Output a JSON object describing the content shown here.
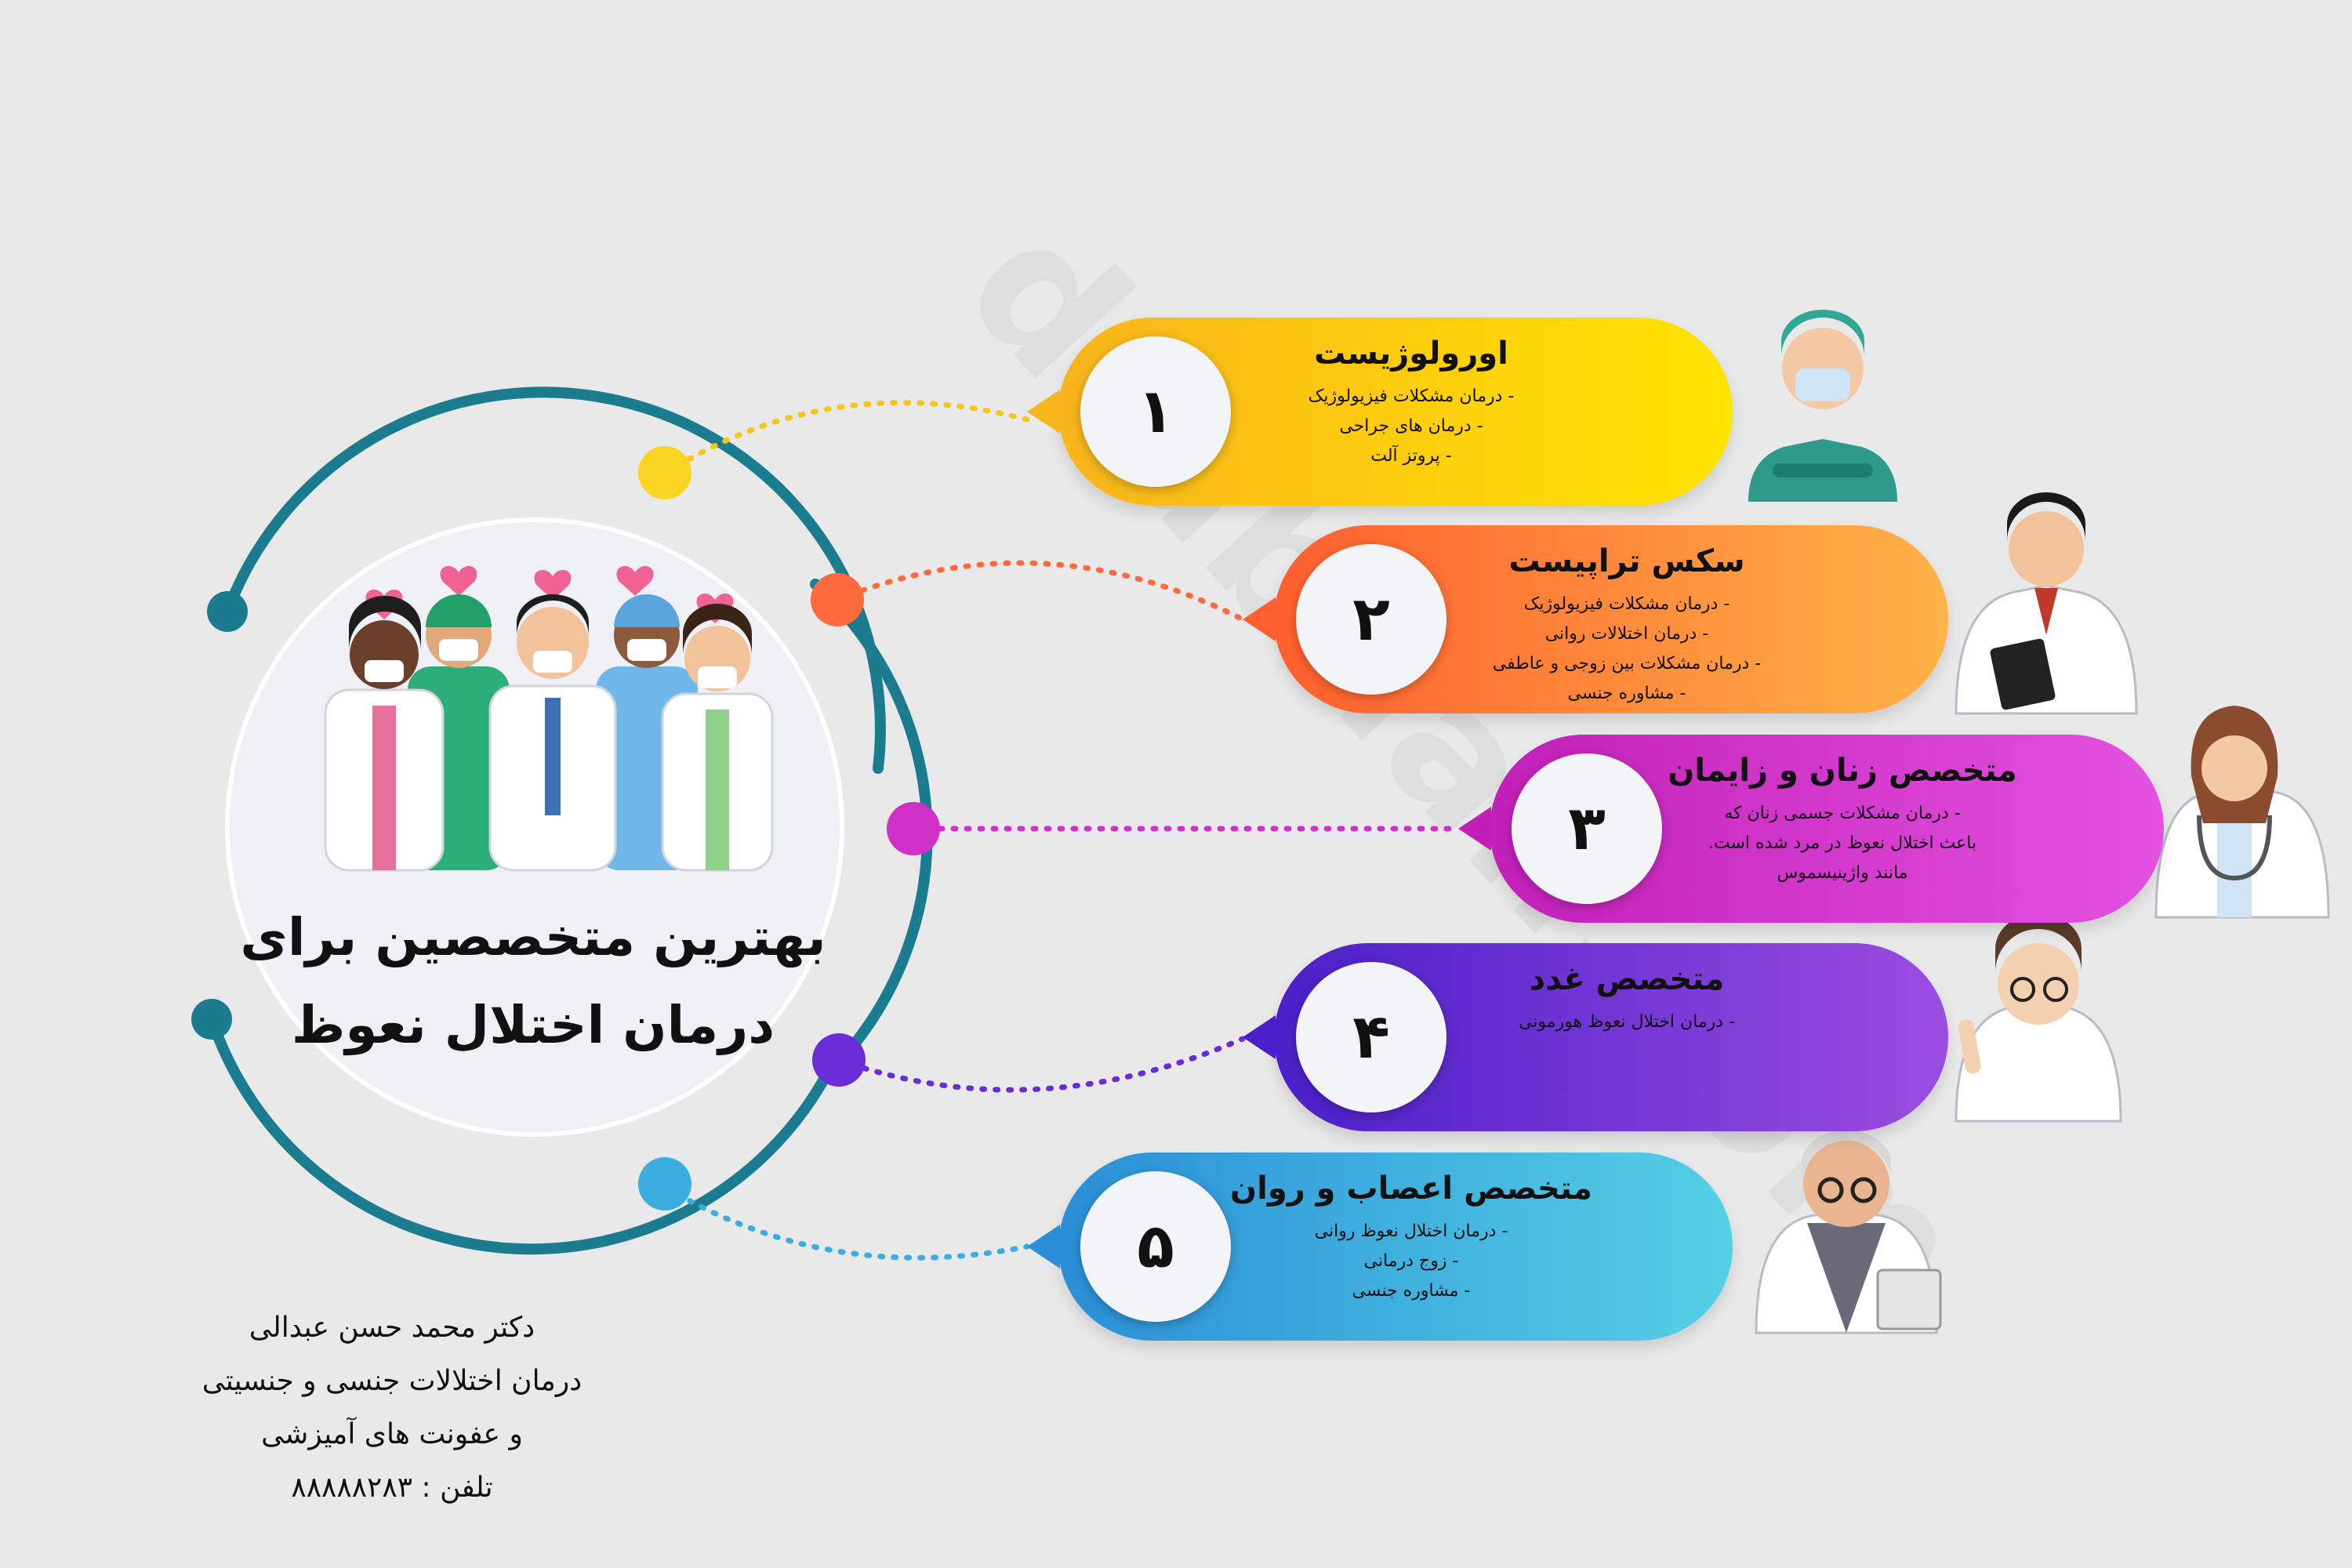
{
  "watermark": "drabdali.com",
  "main_title_line1": "بهترین متخصصین  برای",
  "main_title_line2": "درمان اختلال نعوظ",
  "colors": {
    "background": "#e9e9e9",
    "ring": "#1b7c8f",
    "yellow": "#f9d423",
    "orange": "#ff6a3d",
    "magenta": "#d02fc8",
    "purple": "#6a2cd6",
    "blue": "#3aaee0"
  },
  "specialists": [
    {
      "number": "۱",
      "title": "اورولوژیست",
      "items": [
        "- درمان مشکلات  فیزیولوژیک",
        "-  درمان های جراحی",
        "- پروتز آلت"
      ],
      "icon": "surgeon-icon"
    },
    {
      "number": "۲",
      "title": "سکس  تراپیست",
      "items": [
        "- درمان مشکلات فیزیولوژیک",
        "- درمان اختلالات روانی",
        "- درمان مشکلات بین زوجی و عاطفی",
        "- مشاوره جنسی"
      ],
      "icon": "doctor-clipboard-icon"
    },
    {
      "number": "۳",
      "title": "متخصص زنان و زایمان",
      "items": [
        "- درمان مشکلات جسمی زنان که",
        "باعث اختلال نعوظ در مرد شده است.",
        "مانند واژینیسموس"
      ],
      "icon": "female-doctor-icon"
    },
    {
      "number": "۴",
      "title": "متخصص  غدد",
      "items": [
        "- درمان اختلال نعوظ هورمونی"
      ],
      "icon": "doctor-pointing-icon"
    },
    {
      "number": "۵",
      "title": "متخصص اعصاب و روان",
      "items": [
        "- درمان اختلال نعوظ روانی",
        "- زوج درمانی",
        "- مشاوره جنسی"
      ],
      "icon": "elderly-doctor-icon"
    }
  ],
  "footer": {
    "line1": "دکتر محمد حسن عبدالی",
    "line2": "درمان اختلالات جنسی و جنسیتی",
    "line3": "و عفونت های آمیزشی",
    "line4": "تلفن : ۸۸۸۸۸۲۸۳"
  }
}
